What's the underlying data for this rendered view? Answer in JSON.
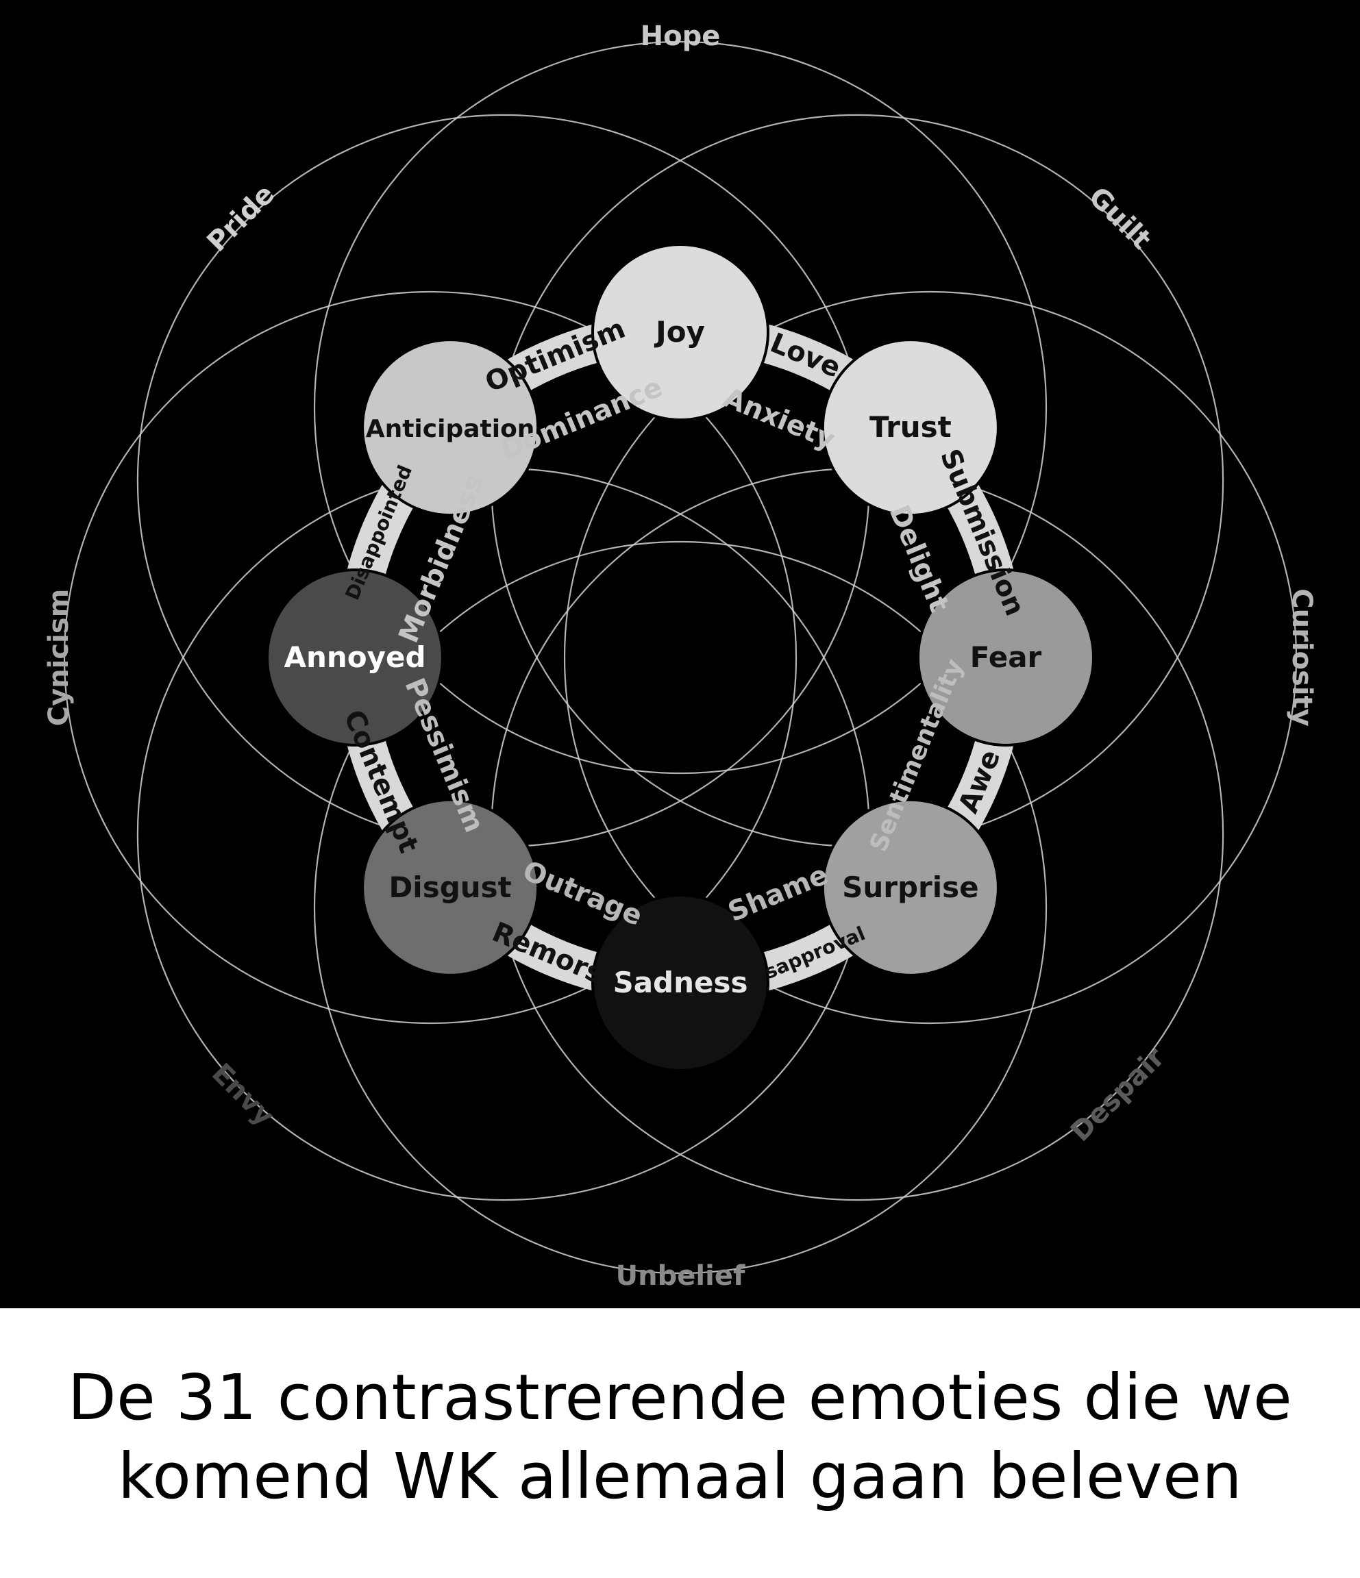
{
  "diagram": {
    "outer_labels": [
      {
        "text": "Hope",
        "color": "#c8c8c8"
      },
      {
        "text": "Guilt",
        "color": "#c8c8c8"
      },
      {
        "text": "Curiosity",
        "color": "#b4b4b4"
      },
      {
        "text": "Despair",
        "color": "#5a5a5a"
      },
      {
        "text": "Unbelief",
        "color": "#8a8a8a"
      },
      {
        "text": "Envy",
        "color": "#4a4a4a"
      },
      {
        "text": "Cynicism",
        "color": "#a8a8a8"
      },
      {
        "text": "Pride",
        "color": "#d0d0d0"
      }
    ],
    "primary_emotions": [
      {
        "label": "Joy",
        "fill": "#dcdcdc",
        "text_color": "#111111"
      },
      {
        "label": "Trust",
        "fill": "#dcdcdc",
        "text_color": "#111111"
      },
      {
        "label": "Fear",
        "fill": "#9a9a9a",
        "text_color": "#111111"
      },
      {
        "label": "Surprise",
        "fill": "#a0a0a0",
        "text_color": "#111111"
      },
      {
        "label": "Sadness",
        "fill": "#111111",
        "text_color": "#e6e6e6"
      },
      {
        "label": "Disgust",
        "fill": "#6e6e6e",
        "text_color": "#111111"
      },
      {
        "label": "Annoyed",
        "fill": "#4a4a4a",
        "text_color": "#ffffff"
      },
      {
        "label": "Anticipation",
        "fill": "#c8c8c8",
        "text_color": "#111111"
      }
    ],
    "band_labels": [
      "Love",
      "Submission",
      "Awe",
      "Disapproval",
      "Remorse",
      "Contempt",
      "Disappointed",
      "Optimism"
    ],
    "inner_labels": [
      {
        "text": "Dominance",
        "color": "#c4c4c4"
      },
      {
        "text": "Anxiety",
        "color": "#c4c4c4"
      },
      {
        "text": "Delight",
        "color": "#c4c4c4"
      },
      {
        "text": "Sentimentality",
        "color": "#bdbdbd"
      },
      {
        "text": "Shame",
        "color": "#b6b6b6"
      },
      {
        "text": "Outrage",
        "color": "#b6b6b6"
      },
      {
        "text": "Pessimism",
        "color": "#bdbdbd"
      },
      {
        "text": "Morbidness",
        "color": "#c4c4c4"
      }
    ],
    "colors": {
      "background": "#000000",
      "ring": "#d9d9d9",
      "line": "#d2d2d2",
      "band_text": "#111111"
    }
  },
  "caption": {
    "line1": "De 31 contrastrerende emoties die we",
    "line2": "komend WK allemaal gaan beleven"
  }
}
